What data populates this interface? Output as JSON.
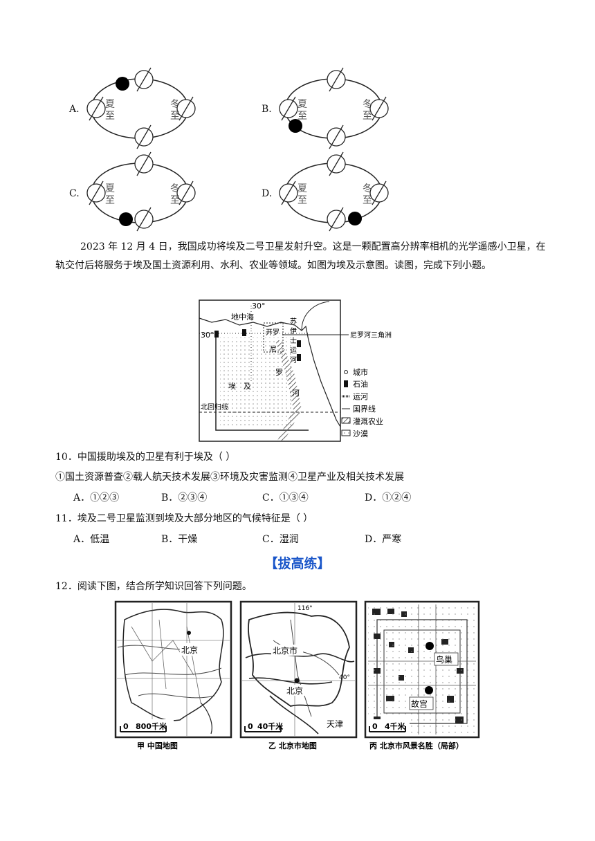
{
  "orbit_options": [
    {
      "letter": "A.",
      "summer": "夏至",
      "winter": "冬至"
    },
    {
      "letter": "B.",
      "summer": "夏至",
      "winter": "冬至"
    },
    {
      "letter": "C.",
      "summer": "夏至",
      "winter": "冬至"
    },
    {
      "letter": "D.",
      "summer": "夏至",
      "winter": "冬至"
    }
  ],
  "passage": "2023 年 12 月 4 日，我国成功将埃及二号卫星发射升空。这是一颗配置高分辨率相机的光学遥感小卫星，在轨交付后将服务于埃及国土资源利用、水利、农业等领域。如图为埃及示意图。读图，完成下列小题。",
  "egypt_map": {
    "lat_label": "30°",
    "lon_label": "30°",
    "sea": "地中海",
    "cairo": "开罗",
    "suez": [
      "苏",
      "伊",
      "士",
      "运",
      "河"
    ],
    "nile": [
      "尼",
      "罗",
      "河"
    ],
    "country": [
      "埃",
      "及"
    ],
    "tropic": "北回归线",
    "delta": "尼罗河三角洲",
    "legend": [
      "城市",
      "石油",
      "运河",
      "国界线",
      "灌溉农业",
      "沙漠"
    ]
  },
  "q10": {
    "stem": "10．中国援助埃及的卫星有利于埃及（    ）",
    "items": "①国土资源普查②载人航天技术发展③环境及灾害监测④卫星产业及相关技术发展",
    "options": [
      "A．①②③",
      "B．②③④",
      "C．①③④",
      "D．①②④"
    ]
  },
  "q11": {
    "stem": "11．埃及二号卫星监测到埃及大部分地区的气候特征是（    ）",
    "options": [
      "A．低温",
      "B．干燥",
      "C．湿润",
      "D．严寒"
    ]
  },
  "section": "【拔高练】",
  "q12": {
    "stem": "12．阅读下图，结合所学知识回答下列问题。"
  },
  "maps": {
    "jia": {
      "caption": "甲  中国地图",
      "city": "北京",
      "scale": "800千米",
      "zero": "0"
    },
    "yi": {
      "caption": "乙  北京市地图",
      "city": "北京市",
      "city2": "北京",
      "tianjin": "天津",
      "lon": "116°",
      "lat": "40°",
      "scale": "40千米",
      "zero": "0"
    },
    "bing": {
      "caption": "丙  北京市风景名胜（局部）",
      "niaochao": "鸟巢",
      "gugong": "故宫",
      "scale": "4千米",
      "zero": "0"
    }
  }
}
